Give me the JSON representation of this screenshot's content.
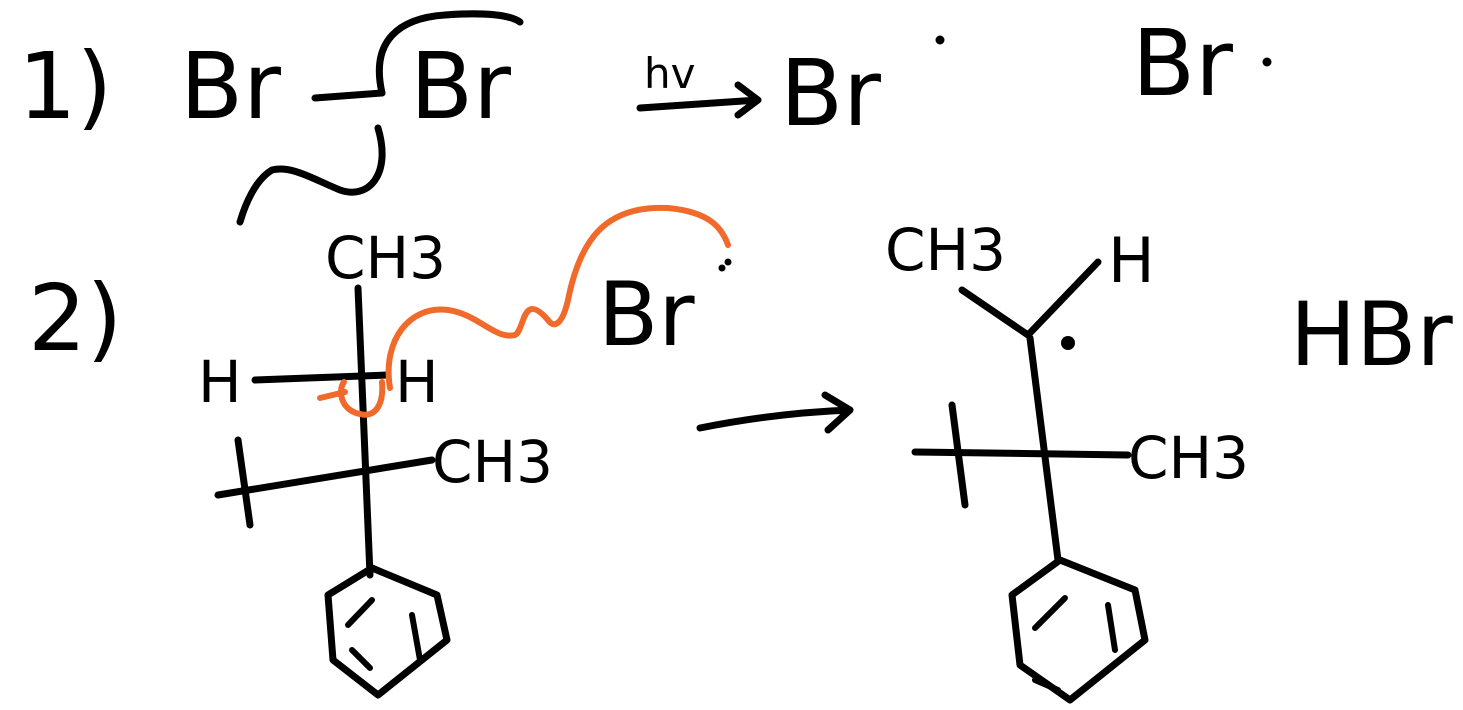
{
  "colors": {
    "ink": "#000000",
    "arrow": "#f06a2b",
    "background": "#ffffff"
  },
  "step1": {
    "number": "1)",
    "reactant_left": "Br",
    "reactant_right": "Br",
    "condition": "hv",
    "product_1": "Br",
    "product_2": "Br"
  },
  "step2": {
    "number": "2)",
    "reactant": {
      "top_group": "CH3",
      "left_h": "H",
      "right_h": "H",
      "right_group": "CH3",
      "left_group_icon": "tert-butyl-branch",
      "bottom_group_icon": "benzene-ring"
    },
    "radical": "Br",
    "product": {
      "top_left": "CH3",
      "top_right": "H",
      "right_group": "CH3",
      "left_group_icon": "tert-butyl-branch",
      "bottom_group_icon": "benzene-ring"
    },
    "byproduct": "HBr"
  }
}
